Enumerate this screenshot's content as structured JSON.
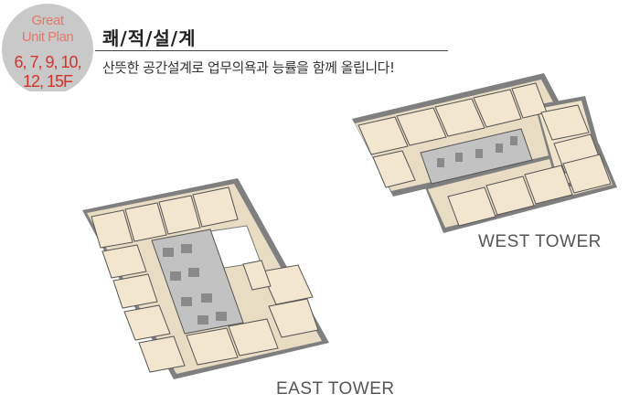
{
  "badge": {
    "great": "Great",
    "unit_plan": "Unit Plan",
    "floors_line1": "6, 7, 9, 10,",
    "floors_line2": "12, 15F",
    "circle_color": "#c7c7c7",
    "text_color": "#d6322a"
  },
  "header": {
    "title": "쾌/적/설/계",
    "subtitle": "산뜻한 공간설계로 업무의욕과 능률을 함께 올립니다!"
  },
  "towers": {
    "west_label": "WEST TOWER",
    "east_label": "EAST TOWER"
  },
  "colors": {
    "floor": "#f2e6cf",
    "wall": "#8c8c8c",
    "core": "#b9b9b9"
  }
}
